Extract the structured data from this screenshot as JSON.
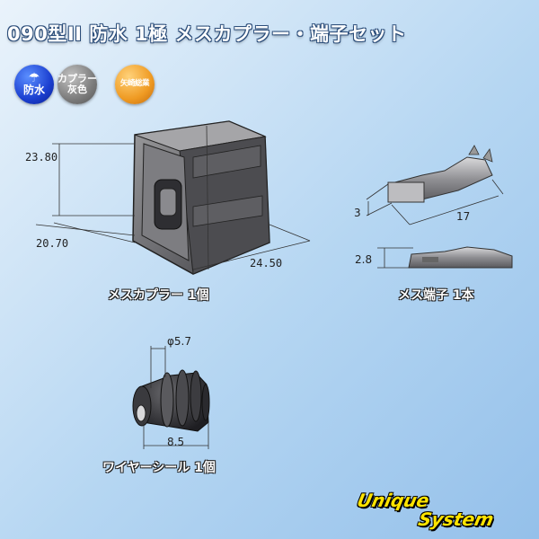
{
  "title": "090型II 防水 1極 メスカプラー・端子セット",
  "badges": {
    "waterproof": {
      "icon": "umbrella-icon",
      "label": "防水",
      "color": "#1b3fd0"
    },
    "coupler_color": {
      "line1": "カプラー",
      "line2": "灰色",
      "color": "#7c7c7c"
    },
    "maker": {
      "label": "矢崎総業",
      "color": "#ef9a22"
    }
  },
  "coupler": {
    "caption": "メスカプラー 1個",
    "dim_height": "23.80",
    "dim_width": "20.70",
    "dim_depth": "24.50"
  },
  "terminal": {
    "caption": "メス端子 1本",
    "dim_width": "3",
    "dim_length": "17",
    "dim_height": "2.8"
  },
  "seal": {
    "caption": "ワイヤーシール 1個",
    "dim_diameter": "φ5.7",
    "dim_length": "8.5"
  },
  "logo": {
    "line1": "Unique",
    "line2": "System",
    "color": "#ffe400"
  }
}
